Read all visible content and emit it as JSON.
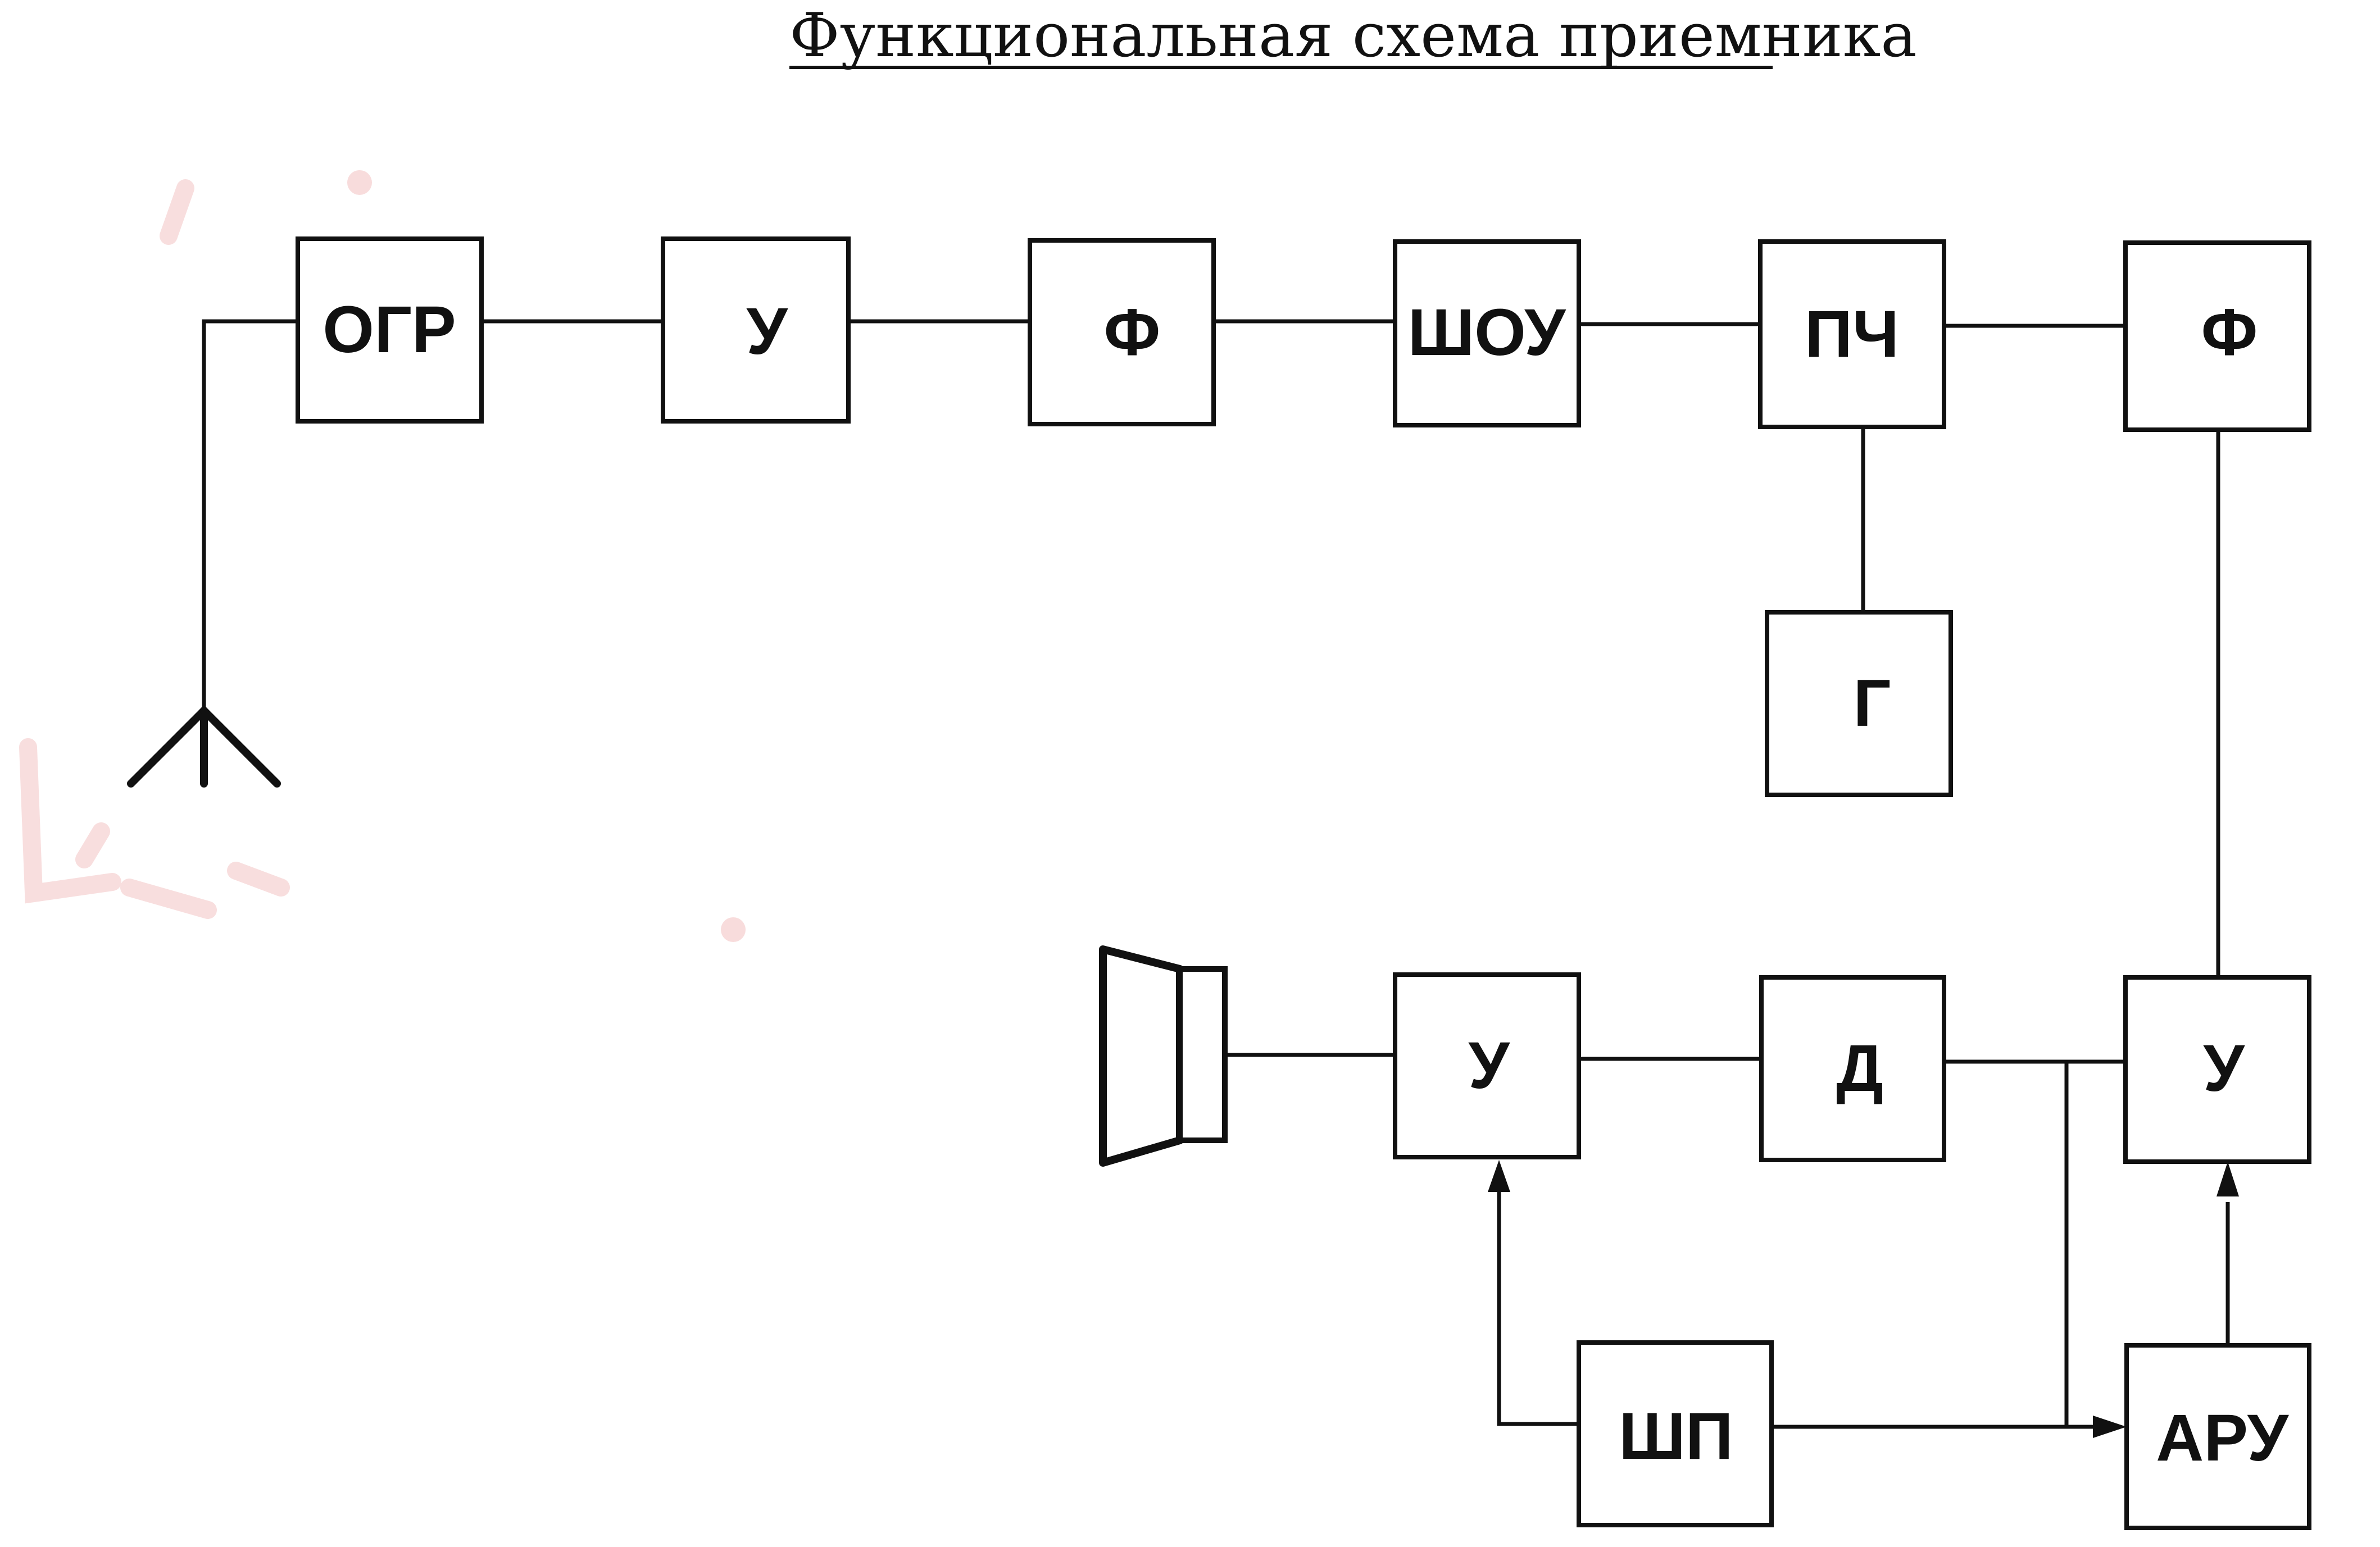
{
  "title": "Функциональная схема приемника",
  "blocks": {
    "ogr": "ОГР",
    "amp_rf": "У",
    "filter_rf": "Ф",
    "lna": "ШОУ",
    "mixer": "ПЧ",
    "filter_if": "Ф",
    "oscillator": "Г",
    "amp_if": "У",
    "detector": "Д",
    "amp_audio": "У",
    "agc": "АРУ",
    "noise_squelch": "ШП"
  }
}
